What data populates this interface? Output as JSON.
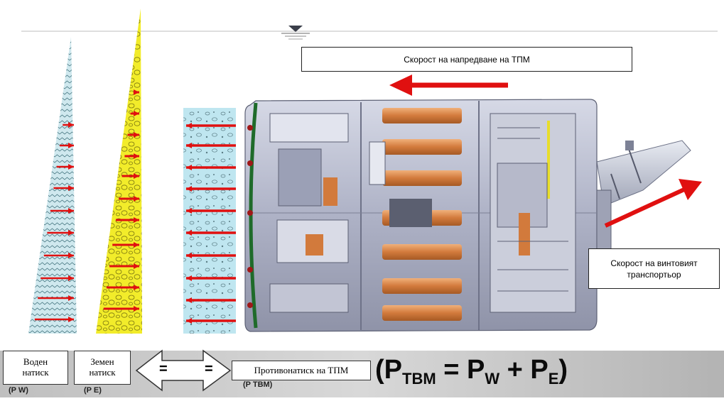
{
  "labels": {
    "advance_speed": "Скорост на напредване на ТПМ",
    "screw_speed_line1": "Скорост на винтовият",
    "screw_speed_line2": "транспортьор",
    "water_line1": "Воден",
    "water_line2": "натиск",
    "earth_line1": "Земен",
    "earth_line2": "натиск",
    "counter_pressure": "Противонатиск на ТПМ",
    "equals_symbol": "=",
    "sub_w": "(P W)",
    "sub_e": "(P E)",
    "sub_tbm": "(P TBM)"
  },
  "formula": {
    "open": "(P",
    "tbm_sub": "TBM",
    "eq": " = P",
    "w_sub": "W",
    "plus": " + P",
    "e_sub": "E",
    "close": ")"
  },
  "colors": {
    "arrow_red": "#e01010",
    "water_fill": "#cfe8ee",
    "earth_fill": "#f2ec2a",
    "face_fill": "#bfe6f0",
    "machine_body": "#b9bdd0",
    "copper": "#d9854a",
    "band_bg": "#c9c9c9"
  },
  "icons": [
    "water-level-icon",
    "double-arrow-icon"
  ]
}
